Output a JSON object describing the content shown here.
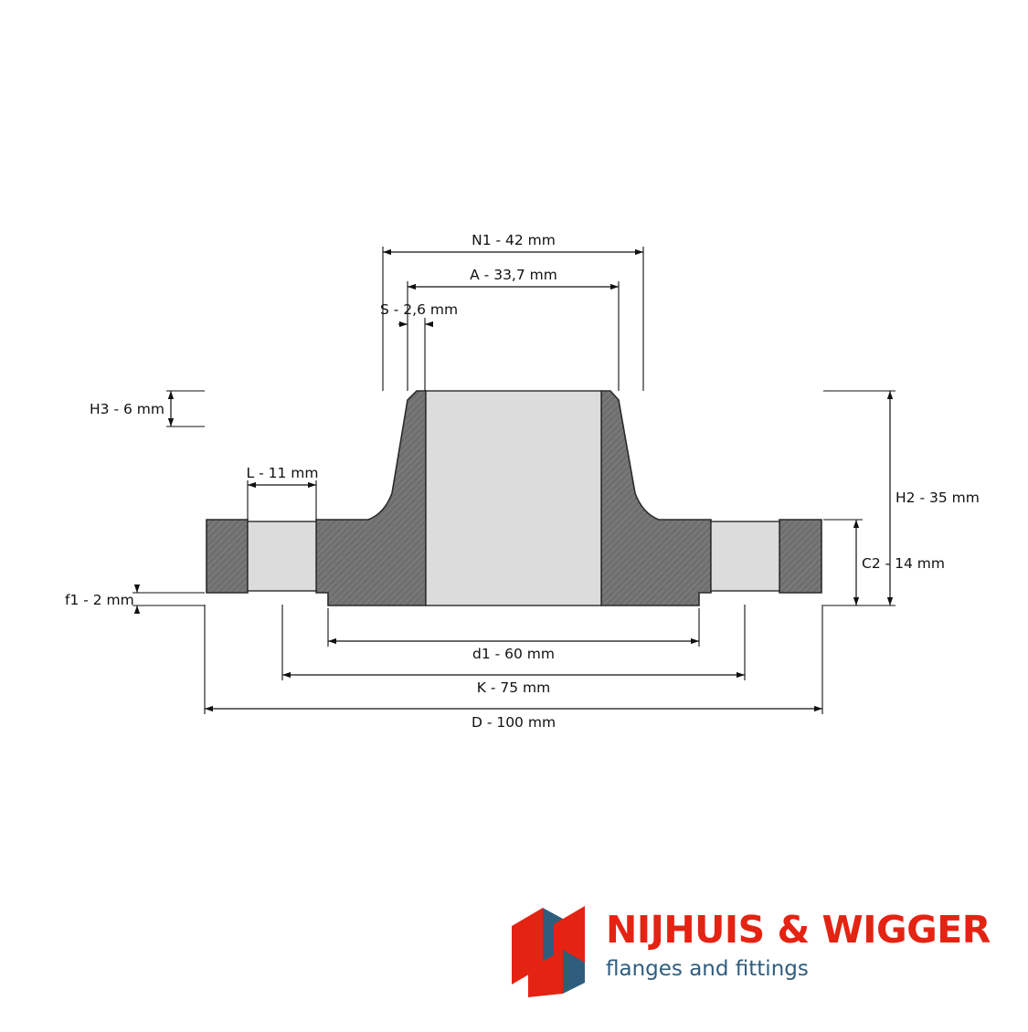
{
  "diagram": {
    "colors": {
      "metal": "#6f6f6f",
      "hatch": "#8a8a8a",
      "bore": "#dcdcdc",
      "line": "#111111"
    },
    "dimensions": {
      "n1": "N1 - 42 mm",
      "a": "A - 33,7 mm",
      "s": "S - 2,6 mm",
      "h3": "H3 - 6 mm",
      "l": "L - 11 mm",
      "h2": "H2 - 35 mm",
      "c2": "C2 - 14 mm",
      "f1": "f1 - 2 mm",
      "d1": "d1 - 60 mm",
      "k": "K - 75 mm",
      "d": "D - 100 mm"
    }
  },
  "logo": {
    "title": "NIJHUIS & WIGGER",
    "subtitle": "flanges and fittings",
    "colors": {
      "red": "#e42313",
      "blue": "#2f5d7e"
    }
  }
}
